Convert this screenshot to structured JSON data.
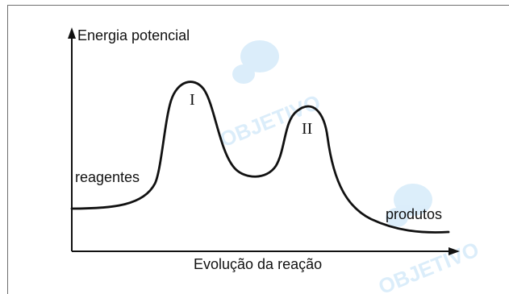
{
  "y_axis_label": "Energia potencial",
  "x_axis_label": "Evolução da reação",
  "reactants_label": "reagentes",
  "products_label": "produtos",
  "peak_1_label": "I",
  "peak_2_label": "II",
  "watermark_text": "OBJETIVO",
  "colors": {
    "curve": "#111111",
    "axis": "#111111",
    "frame": "#6e6e6e",
    "watermark": "#cfe7f7"
  }
}
